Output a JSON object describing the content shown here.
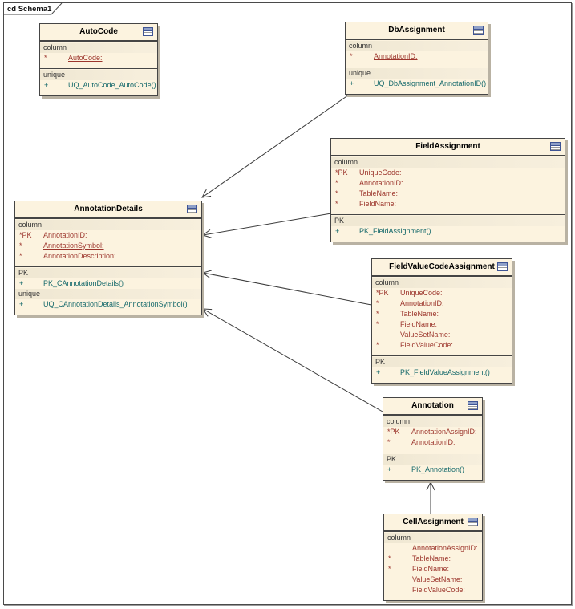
{
  "frame": {
    "label": "cd Schema1"
  },
  "colors": {
    "entity_fill": "#fcf3df",
    "entity_border": "#454545",
    "shadow": "#b9b2a3",
    "attribute_text": "#9c352c",
    "operation_text": "#15696b",
    "icon_blue": "#3f5494"
  },
  "entities": [
    {
      "name": "AutoCode",
      "sections": [
        {
          "items": [
            {
              "kind": "label",
              "text": "column"
            },
            {
              "kind": "attr",
              "prefix": "*",
              "text": "AutoCode:",
              "underline": true
            }
          ]
        },
        {
          "items": [
            {
              "kind": "label",
              "text": "unique"
            },
            {
              "kind": "op",
              "prefix": "+",
              "text": "UQ_AutoCode_AutoCode()"
            }
          ]
        }
      ]
    },
    {
      "name": "DbAssignment",
      "sections": [
        {
          "items": [
            {
              "kind": "label",
              "text": "column"
            },
            {
              "kind": "attr",
              "prefix": "*",
              "text": "AnnotationID:",
              "underline": true
            }
          ]
        },
        {
          "items": [
            {
              "kind": "label",
              "text": "unique"
            },
            {
              "kind": "op",
              "prefix": "+",
              "text": "UQ_DbAssignment_AnnotationID()"
            }
          ]
        }
      ]
    },
    {
      "name": "FieldAssignment",
      "sections": [
        {
          "items": [
            {
              "kind": "label",
              "text": "column"
            },
            {
              "kind": "attr",
              "prefix": "*PK",
              "text": "UniqueCode:"
            },
            {
              "kind": "attr",
              "prefix": "*",
              "text": "AnnotationID:"
            },
            {
              "kind": "attr",
              "prefix": "*",
              "text": "TableName:"
            },
            {
              "kind": "attr",
              "prefix": "*",
              "text": "FieldName:"
            }
          ]
        },
        {
          "items": [
            {
              "kind": "label",
              "text": "PK"
            },
            {
              "kind": "op",
              "prefix": "+",
              "text": "PK_FieldAssignment()"
            }
          ]
        }
      ]
    },
    {
      "name": "AnnotationDetails",
      "sections": [
        {
          "items": [
            {
              "kind": "label",
              "text": "column"
            },
            {
              "kind": "attr",
              "prefix": "*PK",
              "text": "AnnotationID:"
            },
            {
              "kind": "attr",
              "prefix": "*",
              "text": "AnnotationSymbol:",
              "underline": true
            },
            {
              "kind": "attr",
              "prefix": "*",
              "text": "AnnotationDescription:"
            }
          ]
        },
        {
          "items": [
            {
              "kind": "label",
              "text": "PK"
            },
            {
              "kind": "op",
              "prefix": "+",
              "text": "PK_CAnnotationDetails()"
            },
            {
              "kind": "label",
              "text": "unique"
            },
            {
              "kind": "op",
              "prefix": "+",
              "text": "UQ_CAnnotationDetails_AnnotationSymbol()"
            }
          ]
        }
      ]
    },
    {
      "name": "FieldValueCodeAssignment",
      "sections": [
        {
          "items": [
            {
              "kind": "label",
              "text": "column"
            },
            {
              "kind": "attr",
              "prefix": "*PK",
              "text": "UniqueCode:"
            },
            {
              "kind": "attr",
              "prefix": "*",
              "text": "AnnotationID:"
            },
            {
              "kind": "attr",
              "prefix": "*",
              "text": "TableName:"
            },
            {
              "kind": "attr",
              "prefix": "*",
              "text": "FieldName:"
            },
            {
              "kind": "attr",
              "prefix": "",
              "text": "ValueSetName:"
            },
            {
              "kind": "attr",
              "prefix": "*",
              "text": "FieldValueCode:"
            }
          ]
        },
        {
          "items": [
            {
              "kind": "label",
              "text": "PK"
            },
            {
              "kind": "op",
              "prefix": "+",
              "text": "PK_FieldValueAssignment()"
            }
          ]
        }
      ]
    },
    {
      "name": "Annotation",
      "sections": [
        {
          "items": [
            {
              "kind": "label",
              "text": "column"
            },
            {
              "kind": "attr",
              "prefix": "*PK",
              "text": "AnnotationAssignID:"
            },
            {
              "kind": "attr",
              "prefix": "*",
              "text": "AnnotationID:"
            }
          ]
        },
        {
          "items": [
            {
              "kind": "label",
              "text": "PK"
            },
            {
              "kind": "op",
              "prefix": "+",
              "text": "PK_Annotation()"
            }
          ]
        }
      ]
    },
    {
      "name": "CellAssignment",
      "sections": [
        {
          "items": [
            {
              "kind": "label",
              "text": "column"
            },
            {
              "kind": "attr",
              "prefix": "",
              "text": "AnnotationAssignID:"
            },
            {
              "kind": "attr",
              "prefix": "*",
              "text": "TableName:"
            },
            {
              "kind": "attr",
              "prefix": "*",
              "text": "FieldName:"
            },
            {
              "kind": "attr",
              "prefix": "",
              "text": "ValueSetName:"
            },
            {
              "kind": "attr",
              "prefix": "",
              "text": "FieldValueCode:"
            }
          ]
        }
      ]
    }
  ],
  "connectors": [
    {
      "from": "DbAssignment",
      "to": "AnnotationDetails"
    },
    {
      "from": "FieldAssignment",
      "to": "AnnotationDetails"
    },
    {
      "from": "FieldValueCodeAssignment",
      "to": "AnnotationDetails"
    },
    {
      "from": "Annotation",
      "to": "AnnotationDetails"
    },
    {
      "from": "CellAssignment",
      "to": "Annotation"
    }
  ]
}
